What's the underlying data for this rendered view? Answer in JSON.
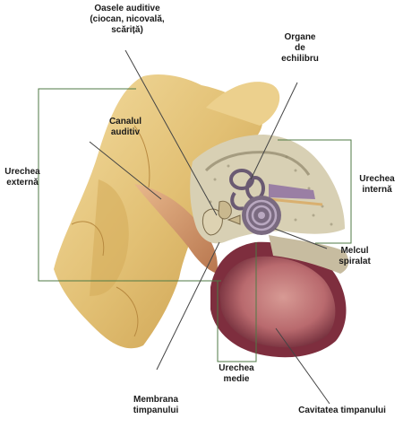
{
  "diagram": {
    "labels": {
      "ossicles": [
        "Oasele auditive",
        "(ciocan, nicovală,",
        "scăriță)"
      ],
      "balance_organs": [
        "Organe",
        "de",
        "echilibru"
      ],
      "ear_canal": [
        "Canalul",
        "auditiv"
      ],
      "outer_ear": [
        "Urechea",
        "externă"
      ],
      "inner_ear": [
        "Urechea",
        "internă"
      ],
      "cochlea": [
        "Melcul",
        "spiralat"
      ],
      "middle_ear": [
        "Urechea",
        "medie"
      ],
      "eardrum": [
        "Membrana",
        "timpanului"
      ],
      "tympanic_cavity": [
        "Cavitatea timpanului"
      ]
    },
    "colors": {
      "fur": "#e6c77a",
      "fur_dark": "#c9a24f",
      "canal": "#d9a070",
      "bone": "#d8d0b4",
      "cavity_outer": "#8a3a4a",
      "cavity_inner": "#b96a6e",
      "cochlea": "#7a6a80",
      "lines": "#444444",
      "frame_green": "#4f7a45"
    }
  }
}
